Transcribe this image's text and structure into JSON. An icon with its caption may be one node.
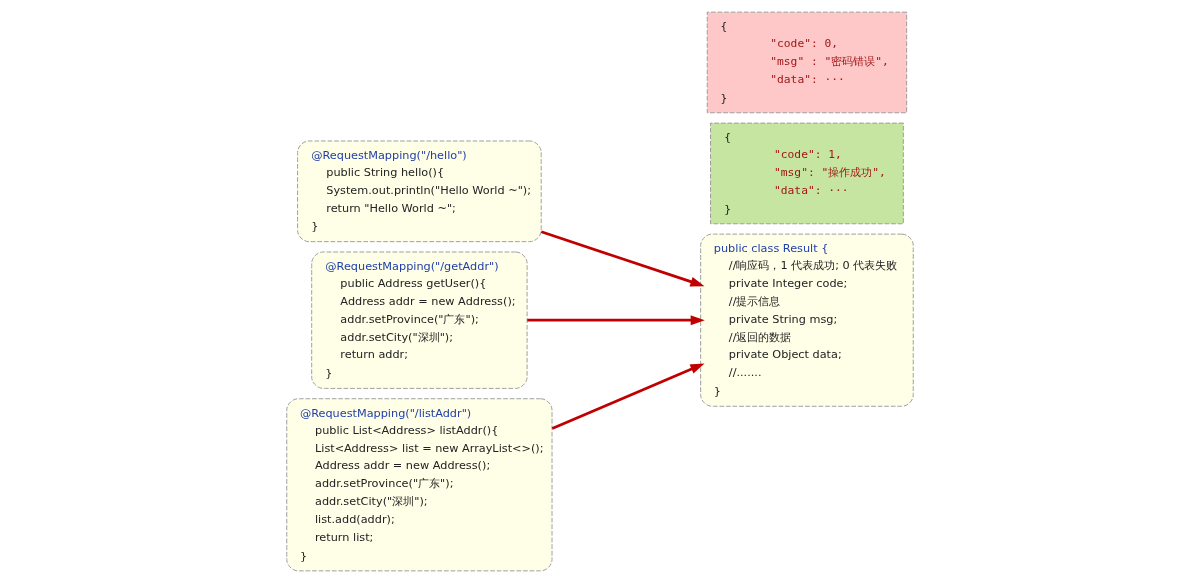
{
  "diagram": {
    "nodes": [
      {
        "text": [
          "@RequestMapping(\"/hello\")",
          "public String hello(){",
          "System.out.println(\"Hello World ~\");",
          "return \"Hello World ~\";",
          "}"
        ]
      },
      {
        "text": [
          "@RequestMapping(\"/getAddr\")",
          "public Address getUser(){",
          "Address addr = new Address();",
          "addr.setProvince(\"广东\");",
          "addr.setCity(\"深圳\");",
          "return addr;",
          "}"
        ]
      },
      {
        "text": [
          "@RequestMapping(\"/listAddr\")",
          "public List<Address> listAddr(){",
          "List<Address> list = new ArrayList<>();",
          "Address addr = new Address();",
          "addr.setProvince(\"广东\");",
          "addr.setCity(\"深圳\");",
          "list.add(addr);",
          "return list;",
          "}"
        ]
      },
      {
        "text": [
          "public class Result {",
          "//响应码，1 代表成功; 0 代表失败",
          "private Integer code;",
          "//提示信息",
          "private String msg;",
          "//返回的数据",
          "private Object data;",
          "//.......",
          "}"
        ]
      },
      {
        "text": [
          "{",
          "\"code\": 1,",
          "\"msg\": \"操作成功\",",
          "\"data\": ···",
          "}"
        ]
      },
      {
        "text": [
          "{",
          "\"code\": 0,",
          "\"msg\" : \"密码错误\",",
          "\"data\": ···",
          "}"
        ]
      }
    ],
    "edges": [
      {
        "from": 0,
        "to": 3,
        "arrow": "to"
      },
      {
        "from": 1,
        "to": 3,
        "arrow": "to"
      },
      {
        "from": 2,
        "to": 3,
        "arrow": "to"
      }
    ]
  }
}
